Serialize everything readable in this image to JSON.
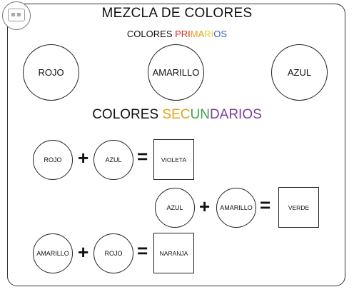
{
  "title": "MEZCLA DE COLORES",
  "primarios_heading": {
    "parts": [
      {
        "text": "COLORES ",
        "color": "#111111"
      },
      {
        "text": "PRI",
        "color": "#d4302c"
      },
      {
        "text": "MA",
        "color": "#e6a21c"
      },
      {
        "text": "RI",
        "color": "#e9d21a"
      },
      {
        "text": "OS",
        "color": "#2f66c9"
      }
    ]
  },
  "primary_colors": [
    "ROJO",
    "AMARILLO",
    "AZUL"
  ],
  "secundarios_heading": {
    "parts": [
      {
        "text": "COLORES ",
        "color": "#111111"
      },
      {
        "text": "SEC",
        "color": "#e6a21c"
      },
      {
        "text": "UN",
        "color": "#3aa64a"
      },
      {
        "text": "DARIOS",
        "color": "#7a3e97"
      }
    ]
  },
  "equations": [
    {
      "a": "ROJO",
      "b": "AZUL",
      "result": "VIOLETA"
    },
    {
      "a": "AZUL",
      "b": "AMARILLO",
      "result": "VERDE"
    },
    {
      "a": "AMARILLO",
      "b": "ROJO",
      "result": "NARANJA"
    }
  ],
  "plus_sign": "+",
  "equals_sign": "="
}
